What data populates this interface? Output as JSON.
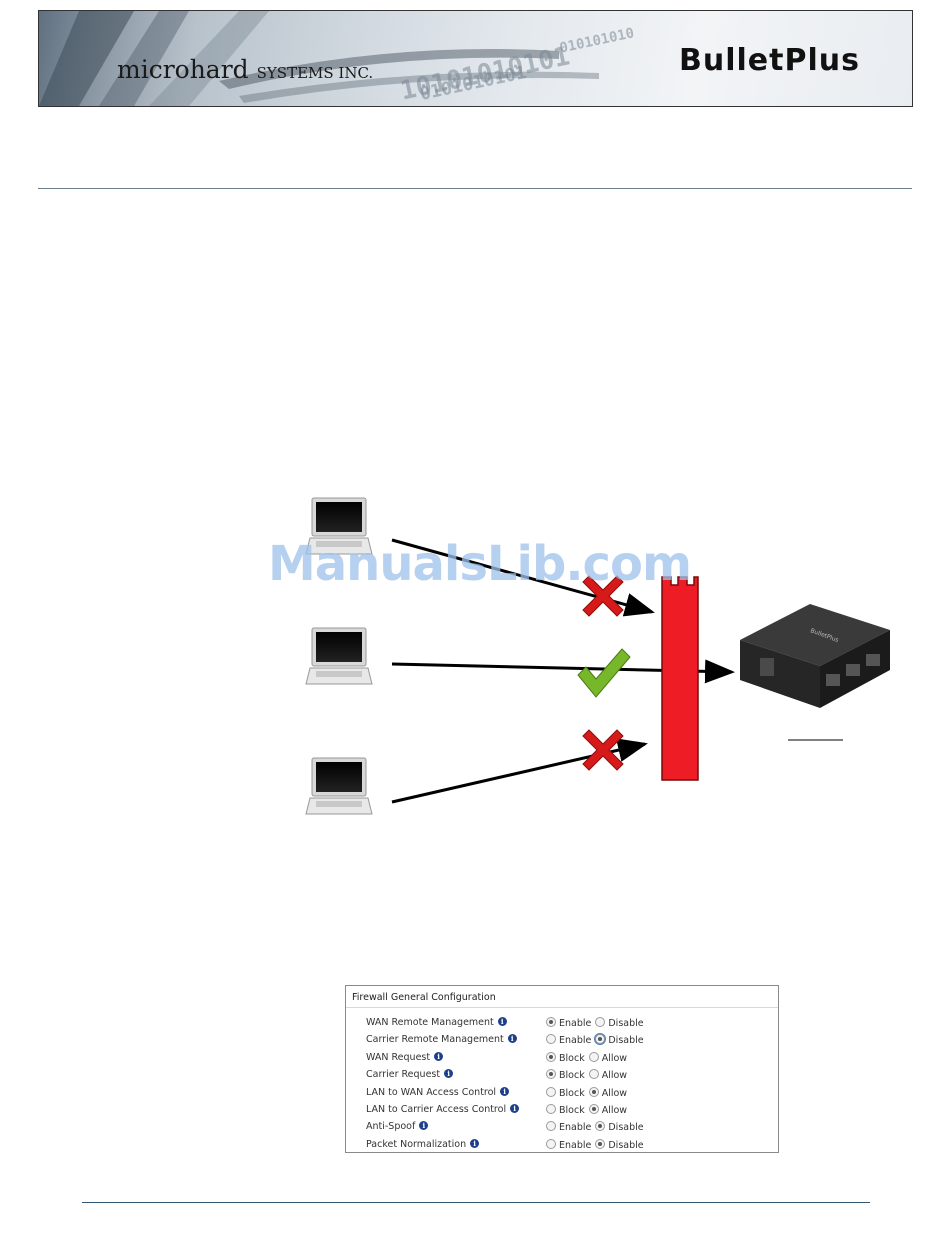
{
  "header": {
    "brand_main": "microhard",
    "brand_sub": "SYSTEMS INC.",
    "product": "BulletPlus",
    "binary_lines": [
      "10101010101",
      "0101010101",
      "010101010"
    ]
  },
  "watermark": "ManualsLib.com",
  "colors": {
    "firewall": "#ee1c25",
    "block_mark": "#d61a1a",
    "allow_mark": "#77b82a",
    "rule_top": "#6f8090",
    "rule_bottom": "#2f5570"
  },
  "diagram": {
    "icons": {
      "computer": "laptop-icon",
      "blocked": "red-x-icon",
      "allowed": "green-check-icon",
      "wall": "firewall-icon",
      "device": "router-icon"
    }
  },
  "firewall_panel": {
    "title": "Firewall General Configuration",
    "rows": [
      {
        "label": "WAN Remote Management",
        "options": [
          "Enable",
          "Disable"
        ],
        "selected": "Enable"
      },
      {
        "label": "Carrier Remote Management",
        "options": [
          "Enable",
          "Disable"
        ],
        "selected": "Disable"
      },
      {
        "label": "WAN Request",
        "options": [
          "Block",
          "Allow"
        ],
        "selected": "Block"
      },
      {
        "label": "Carrier Request",
        "options": [
          "Block",
          "Allow"
        ],
        "selected": "Block"
      },
      {
        "label": "LAN to WAN Access Control",
        "options": [
          "Block",
          "Allow"
        ],
        "selected": "Allow"
      },
      {
        "label": "LAN to Carrier Access Control",
        "options": [
          "Block",
          "Allow"
        ],
        "selected": "Allow"
      },
      {
        "label": "Anti-Spoof",
        "options": [
          "Enable",
          "Disable"
        ],
        "selected": "Disable"
      },
      {
        "label": "Packet Normalization",
        "options": [
          "Enable",
          "Disable"
        ],
        "selected": "Disable"
      }
    ]
  }
}
